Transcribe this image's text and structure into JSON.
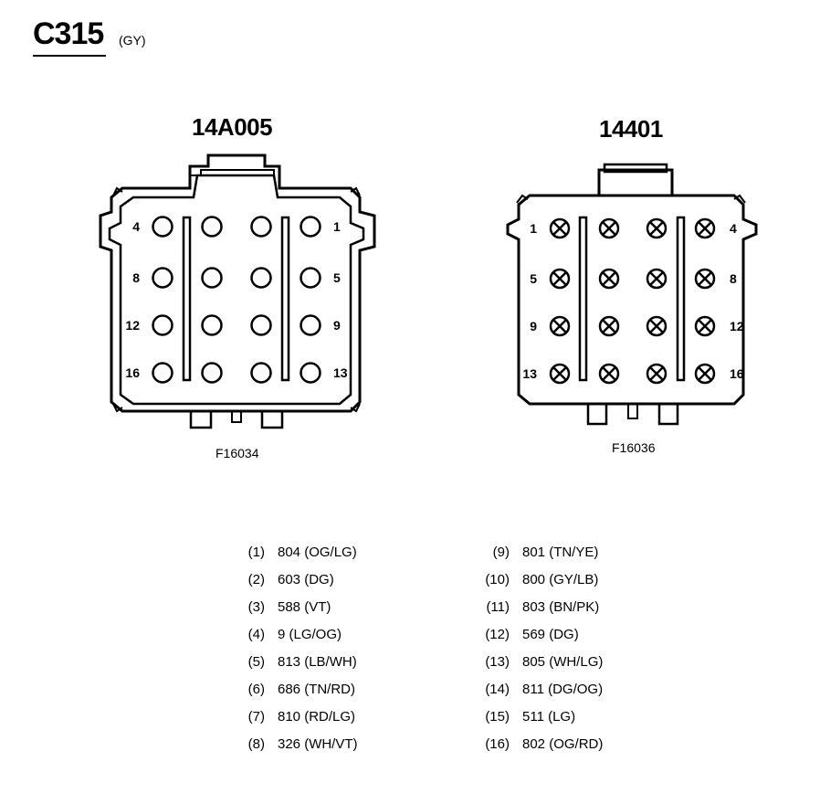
{
  "title": "C315",
  "subtitle": "(GY)",
  "connectors": [
    {
      "name": "14A005",
      "figure_code": "F16034",
      "pin_style": "open",
      "pin_labels": [
        {
          "text": "4",
          "side": "left",
          "row": 0
        },
        {
          "text": "1",
          "side": "right",
          "row": 0
        },
        {
          "text": "8",
          "side": "left",
          "row": 1
        },
        {
          "text": "5",
          "side": "right",
          "row": 1
        },
        {
          "text": "12",
          "side": "left",
          "row": 2
        },
        {
          "text": "9",
          "side": "right",
          "row": 2
        },
        {
          "text": "16",
          "side": "left",
          "row": 3
        },
        {
          "text": "13",
          "side": "right",
          "row": 3
        }
      ]
    },
    {
      "name": "14401",
      "figure_code": "F16036",
      "pin_style": "crossed",
      "pin_labels": [
        {
          "text": "1",
          "side": "left",
          "row": 0
        },
        {
          "text": "4",
          "side": "right",
          "row": 0
        },
        {
          "text": "5",
          "side": "left",
          "row": 1
        },
        {
          "text": "8",
          "side": "right",
          "row": 1
        },
        {
          "text": "9",
          "side": "left",
          "row": 2
        },
        {
          "text": "12",
          "side": "right",
          "row": 2
        },
        {
          "text": "13",
          "side": "left",
          "row": 3
        },
        {
          "text": "16",
          "side": "right",
          "row": 3
        }
      ]
    }
  ],
  "wires": [
    {
      "pin": "(1)",
      "circuit": "804 (OG/LG)"
    },
    {
      "pin": "(2)",
      "circuit": "603 (DG)"
    },
    {
      "pin": "(3)",
      "circuit": "588 (VT)"
    },
    {
      "pin": "(4)",
      "circuit": "9 (LG/OG)"
    },
    {
      "pin": "(5)",
      "circuit": "813 (LB/WH)"
    },
    {
      "pin": "(6)",
      "circuit": "686 (TN/RD)"
    },
    {
      "pin": "(7)",
      "circuit": "810 (RD/LG)"
    },
    {
      "pin": "(8)",
      "circuit": "326 (WH/VT)"
    },
    {
      "pin": "(9)",
      "circuit": "801 (TN/YE)"
    },
    {
      "pin": "(10)",
      "circuit": "800 (GY/LB)"
    },
    {
      "pin": "(11)",
      "circuit": "803 (BN/PK)"
    },
    {
      "pin": "(12)",
      "circuit": "569 (DG)"
    },
    {
      "pin": "(13)",
      "circuit": "805 (WH/LG)"
    },
    {
      "pin": "(14)",
      "circuit": "811 (DG/OG)"
    },
    {
      "pin": "(15)",
      "circuit": "511 (LG)"
    },
    {
      "pin": "(16)",
      "circuit": "802 (OG/RD)"
    }
  ]
}
